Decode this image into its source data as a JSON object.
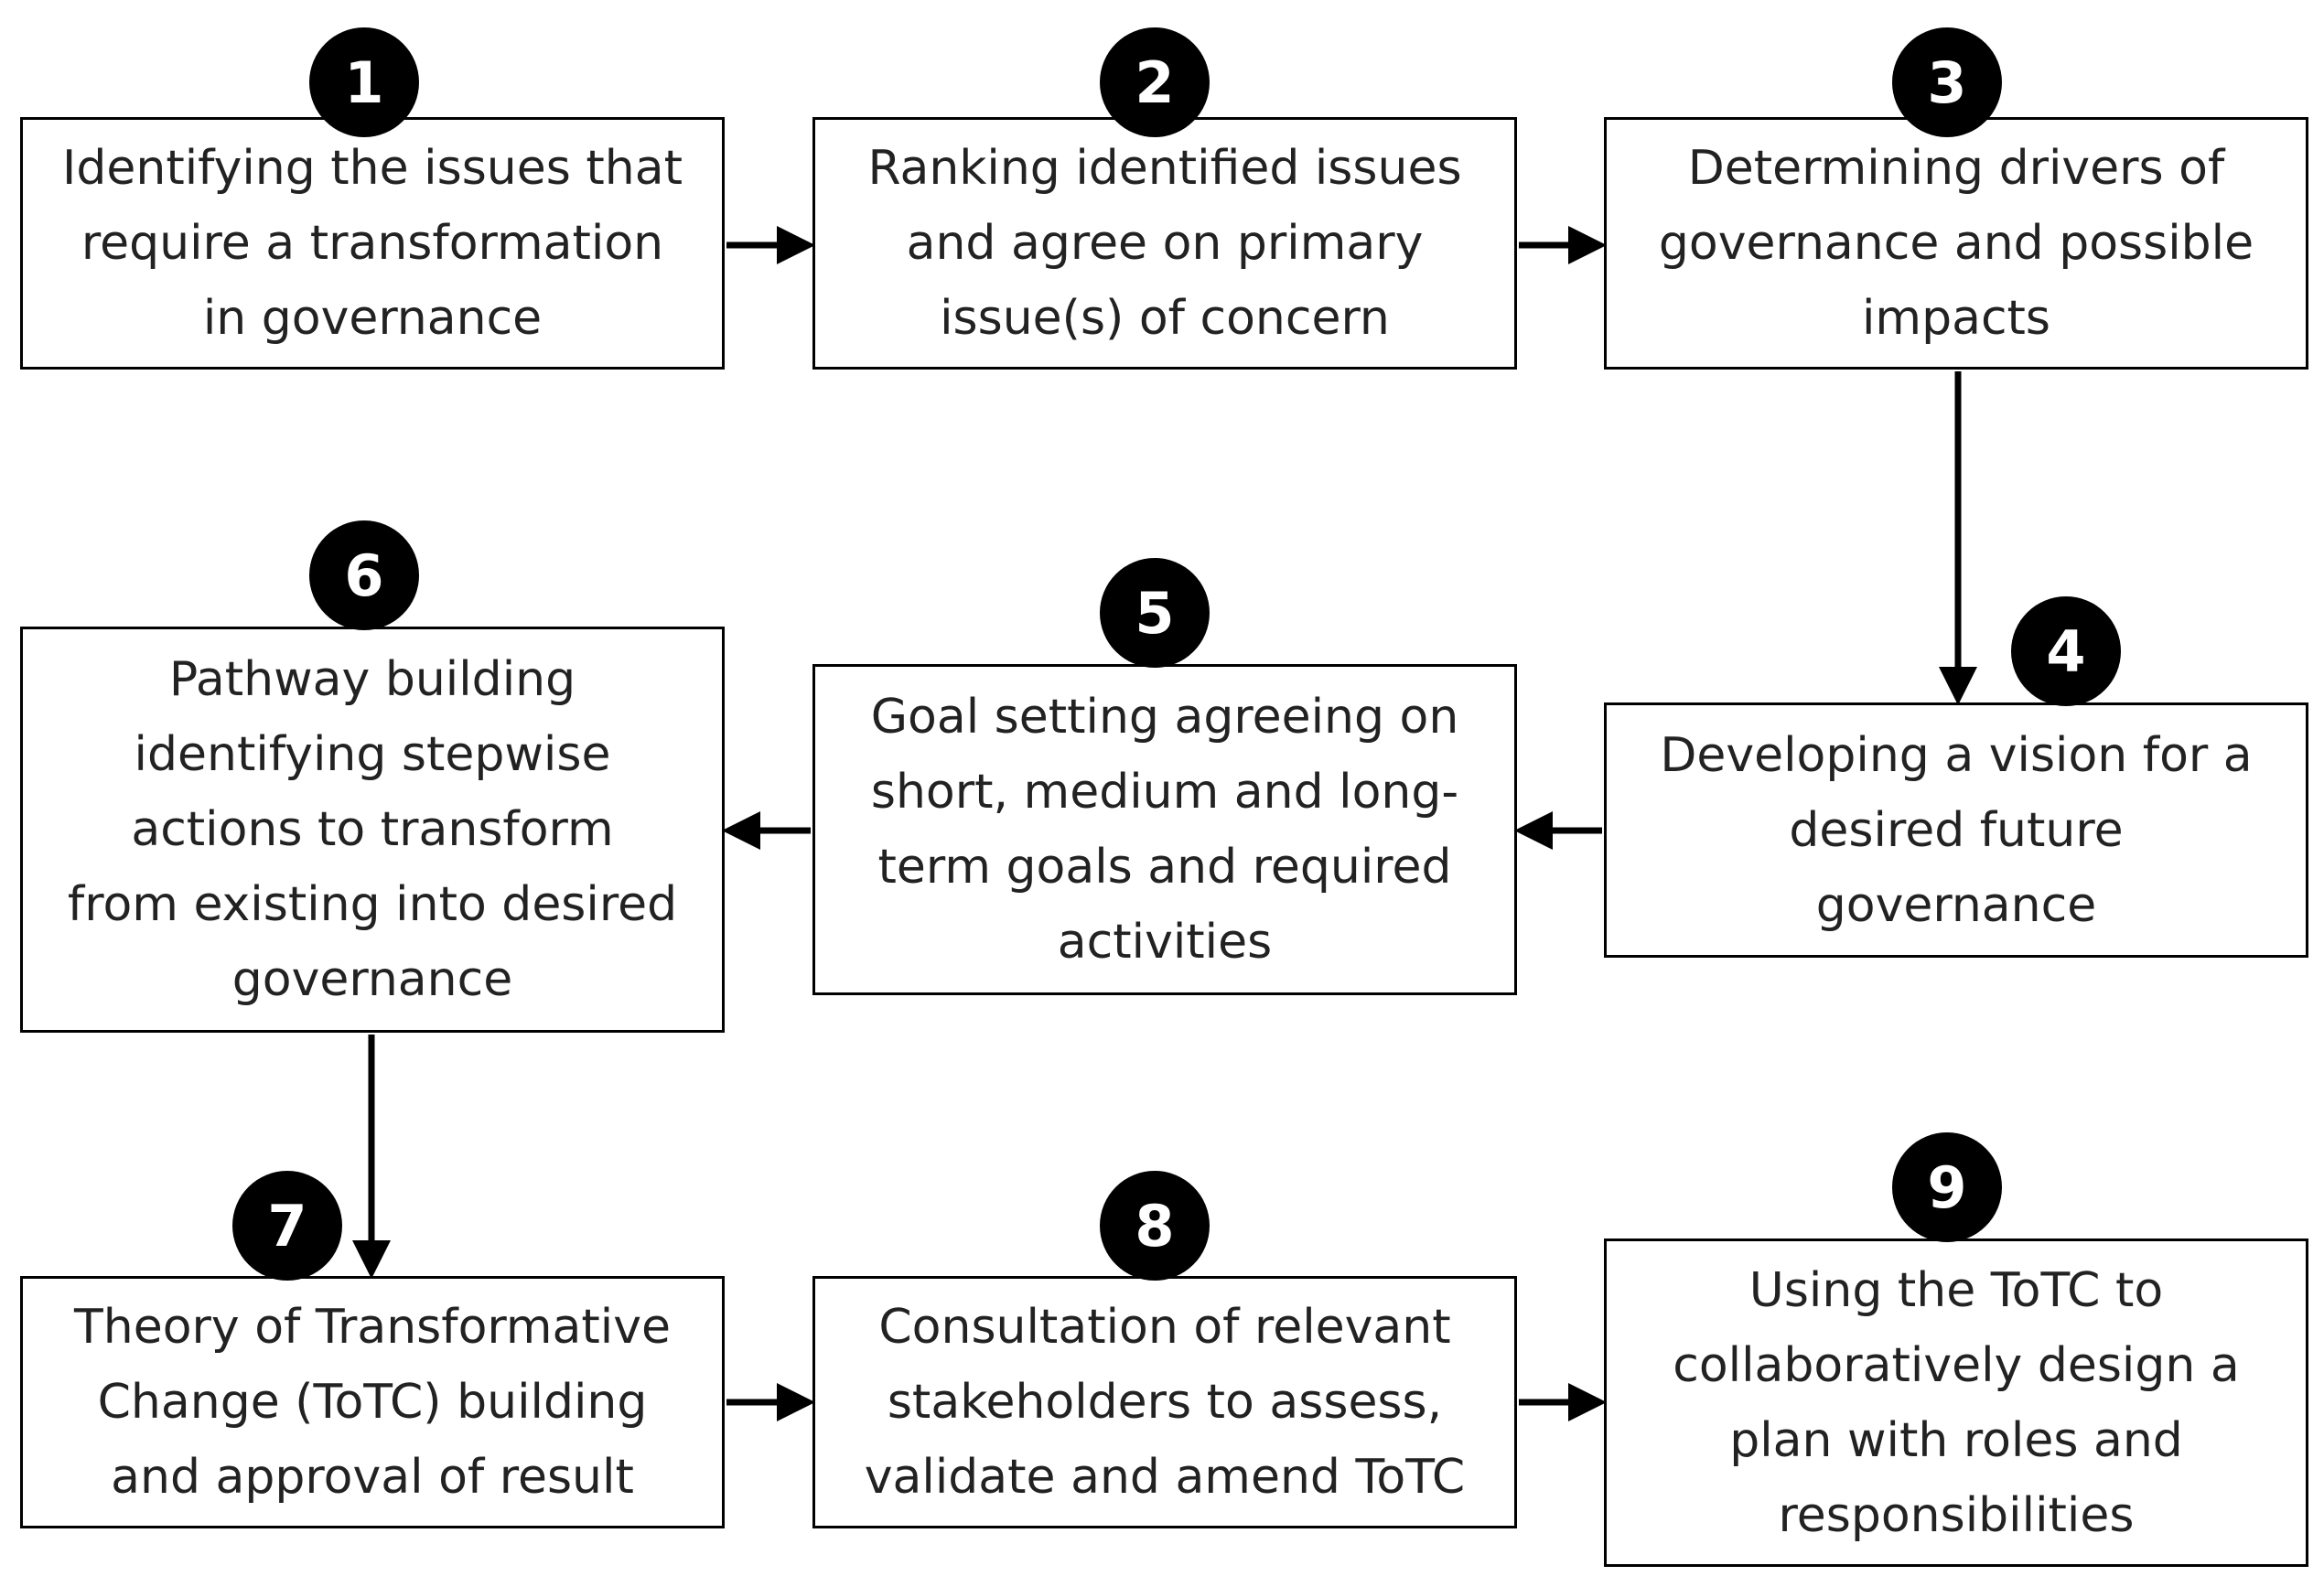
{
  "steps": [
    {
      "number": "1",
      "text": "Identifying the issues that\nrequire a transformation\nin governance"
    },
    {
      "number": "2",
      "text": "Ranking identified issues\nand agree on primary\nissue(s) of concern"
    },
    {
      "number": "3",
      "text": "Determining drivers of\ngovernance and possible\nimpacts"
    },
    {
      "number": "4",
      "text": "Developing a vision for a\ndesired future\ngovernance"
    },
    {
      "number": "5",
      "text": "Goal setting agreeing on\nshort, medium and long-\nterm goals and required\nactivities"
    },
    {
      "number": "6",
      "text": "Pathway building\nidentifying stepwise\nactions to transform\nfrom existing into desired\ngovernance"
    },
    {
      "number": "7",
      "text": "Theory of Transformative\nChange (ToTC) building\nand approval of result"
    },
    {
      "number": "8",
      "text": "Consultation of relevant\nstakeholders to assess,\nvalidate and amend ToTC"
    },
    {
      "number": "9",
      "text": "Using the ToTC to\ncollaboratively design a\nplan with roles and\nresponsibilities"
    }
  ],
  "flow": [
    {
      "from": "1",
      "to": "2"
    },
    {
      "from": "2",
      "to": "3"
    },
    {
      "from": "3",
      "to": "4"
    },
    {
      "from": "4",
      "to": "5"
    },
    {
      "from": "5",
      "to": "6"
    },
    {
      "from": "6",
      "to": "7"
    },
    {
      "from": "7",
      "to": "8"
    },
    {
      "from": "8",
      "to": "9"
    }
  ],
  "colors": {
    "box_border": "#000000",
    "box_fill": "#ffffff",
    "text": "#222222",
    "badge_fill": "#000000",
    "badge_text": "#ffffff",
    "arrow": "#000000"
  }
}
